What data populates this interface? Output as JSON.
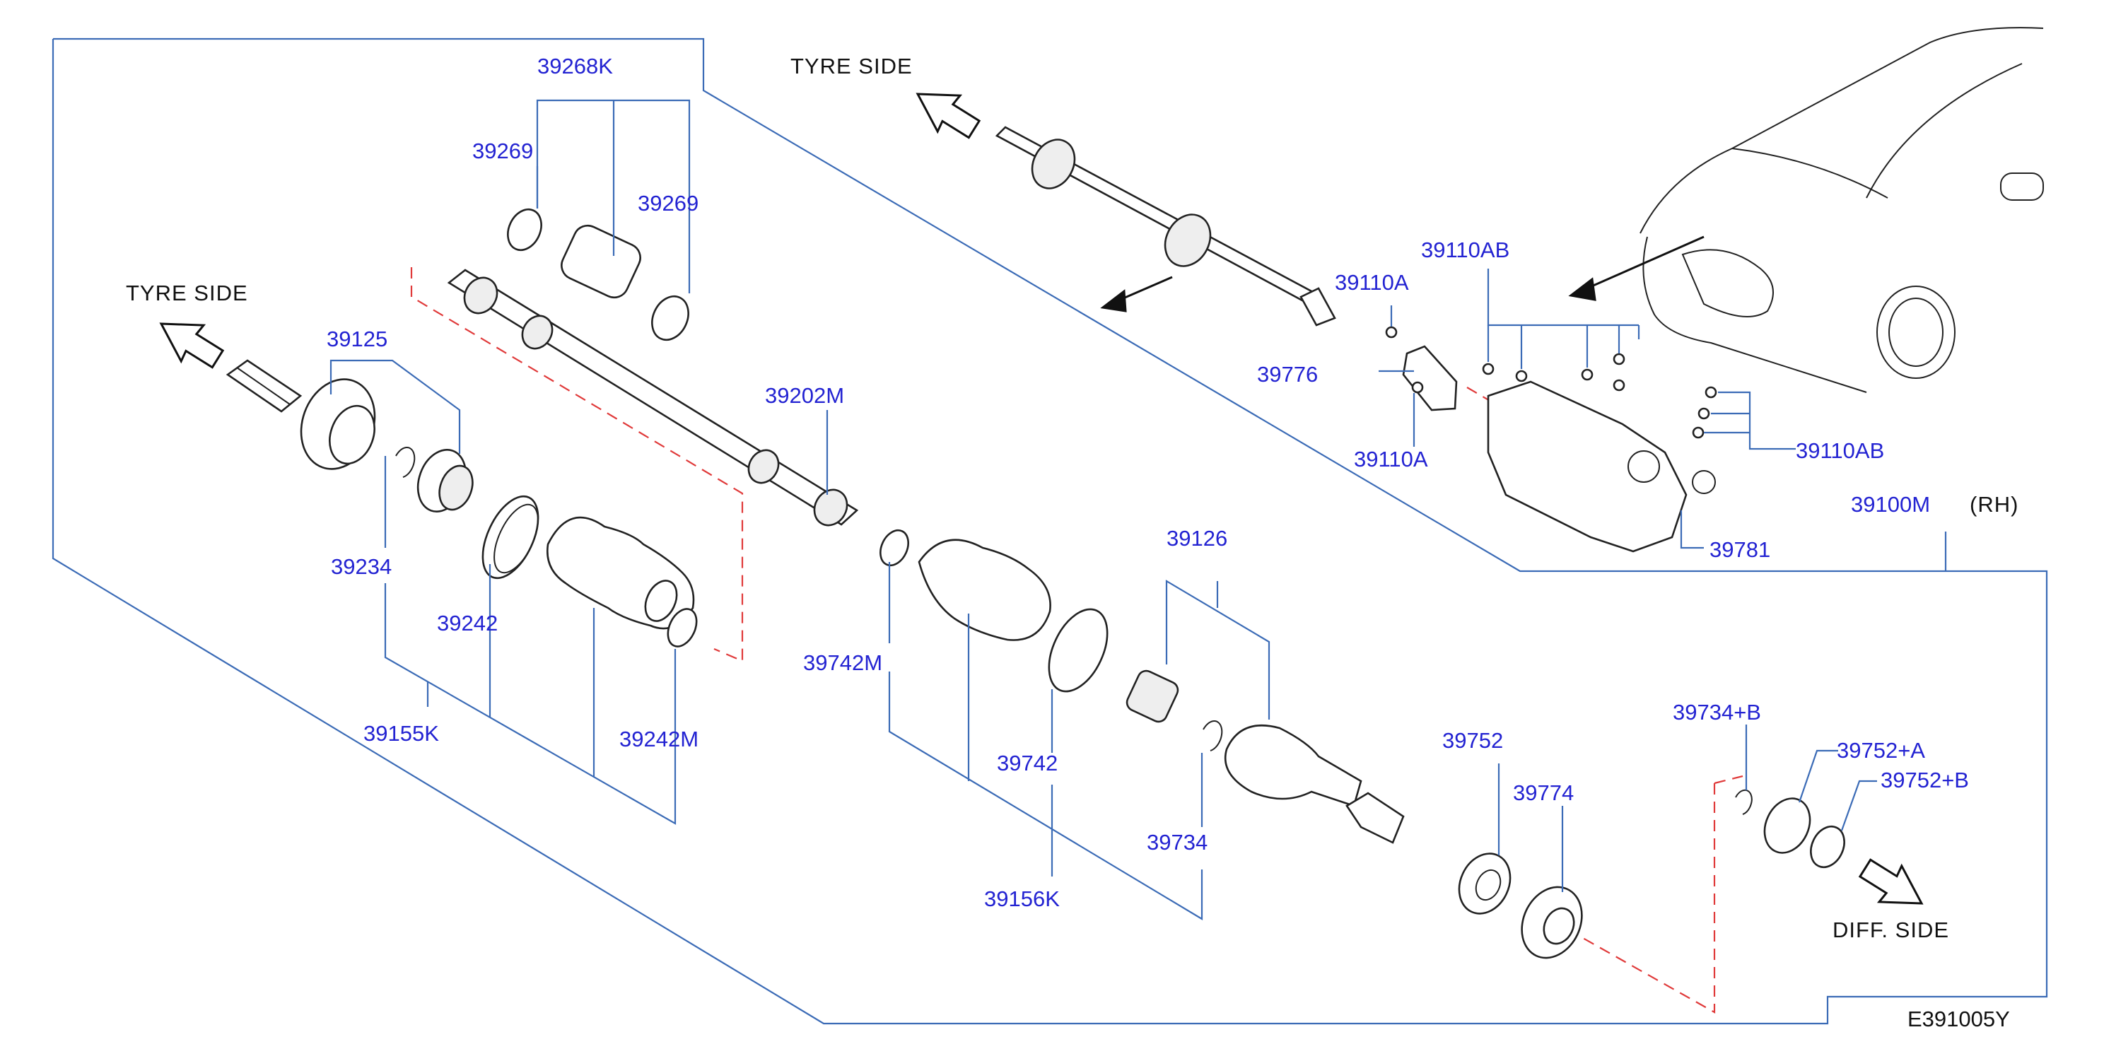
{
  "labels": {
    "p39268K": "39268K",
    "p39269a": "39269",
    "p39269b": "39269",
    "p39125": "39125",
    "p39234": "39234",
    "p39242": "39242",
    "p39155K": "39155K",
    "p39242M": "39242M",
    "p39202M": "39202M",
    "p39742M": "39742M",
    "p39742": "39742",
    "p39156K": "39156K",
    "p39126": "39126",
    "p39734": "39734",
    "p39752": "39752",
    "p39774": "39774",
    "p39734pB": "39734+B",
    "p39752pA": "39752+A",
    "p39752pB": "39752+B",
    "p39110A_top": "39110A",
    "p39110A_bot": "39110A",
    "p39110AB_top": "39110AB",
    "p39110AB_right": "39110AB",
    "p39776": "39776",
    "p39781": "39781",
    "p39100M": "39100M",
    "rh": "(RH)"
  },
  "notes": {
    "tyre_side_left": "TYRE   SIDE",
    "tyre_side_top": "TYRE   SIDE",
    "diff_side": "DIFF.   SIDE"
  },
  "reference": "E391005Y",
  "colors": {
    "label": "#2323d2",
    "frame": "#3b6bb6",
    "dashed": "#e03a3a",
    "ink": "#222222"
  }
}
